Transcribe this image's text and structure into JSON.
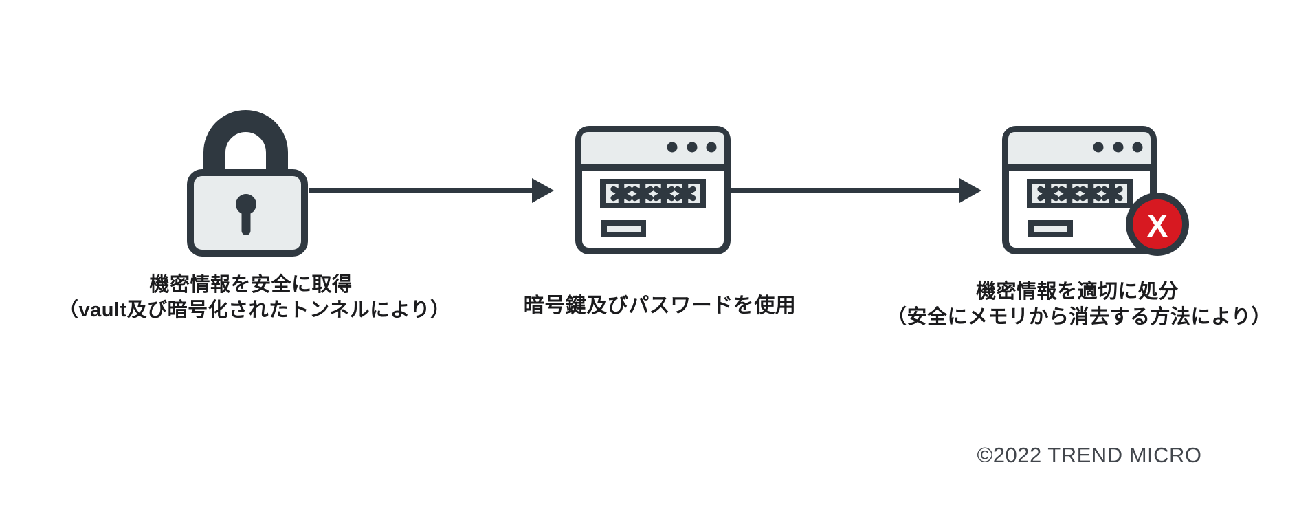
{
  "diagram": {
    "title_present": false,
    "flow_direction": "left-to-right",
    "steps": [
      {
        "id": "acquire-secrets",
        "icon": "padlock-icon",
        "label_lines": {
          "0": "機密情報を安全に取得",
          "1": "（vault及び暗号化されたトンネルにより）"
        }
      },
      {
        "id": "use-keys-passwords",
        "icon": "password-window-icon",
        "label_lines": {
          "0": "暗号鍵及びパスワードを使用",
          "1": ""
        }
      },
      {
        "id": "dispose-secrets",
        "icon": "password-window-error-icon",
        "label_lines": {
          "0": "機密情報を適切に処分",
          "1": "（安全にメモリから消去する方法により）"
        }
      }
    ],
    "password_mask": "****",
    "badge_glyph": "X",
    "arrows": {
      "count": 2,
      "style": "solid horizontal with filled triangular head"
    }
  },
  "footer": {
    "copyright": "©2022 TREND MICRO"
  },
  "colors": {
    "stroke_dark": "#2f3840",
    "fill_light": "#e8eced",
    "badge_red": "#d71921",
    "window_body": "#ffffff",
    "label_text": "#1b1b1d",
    "copyright_text": "#42464c",
    "background": "#ffffff"
  }
}
